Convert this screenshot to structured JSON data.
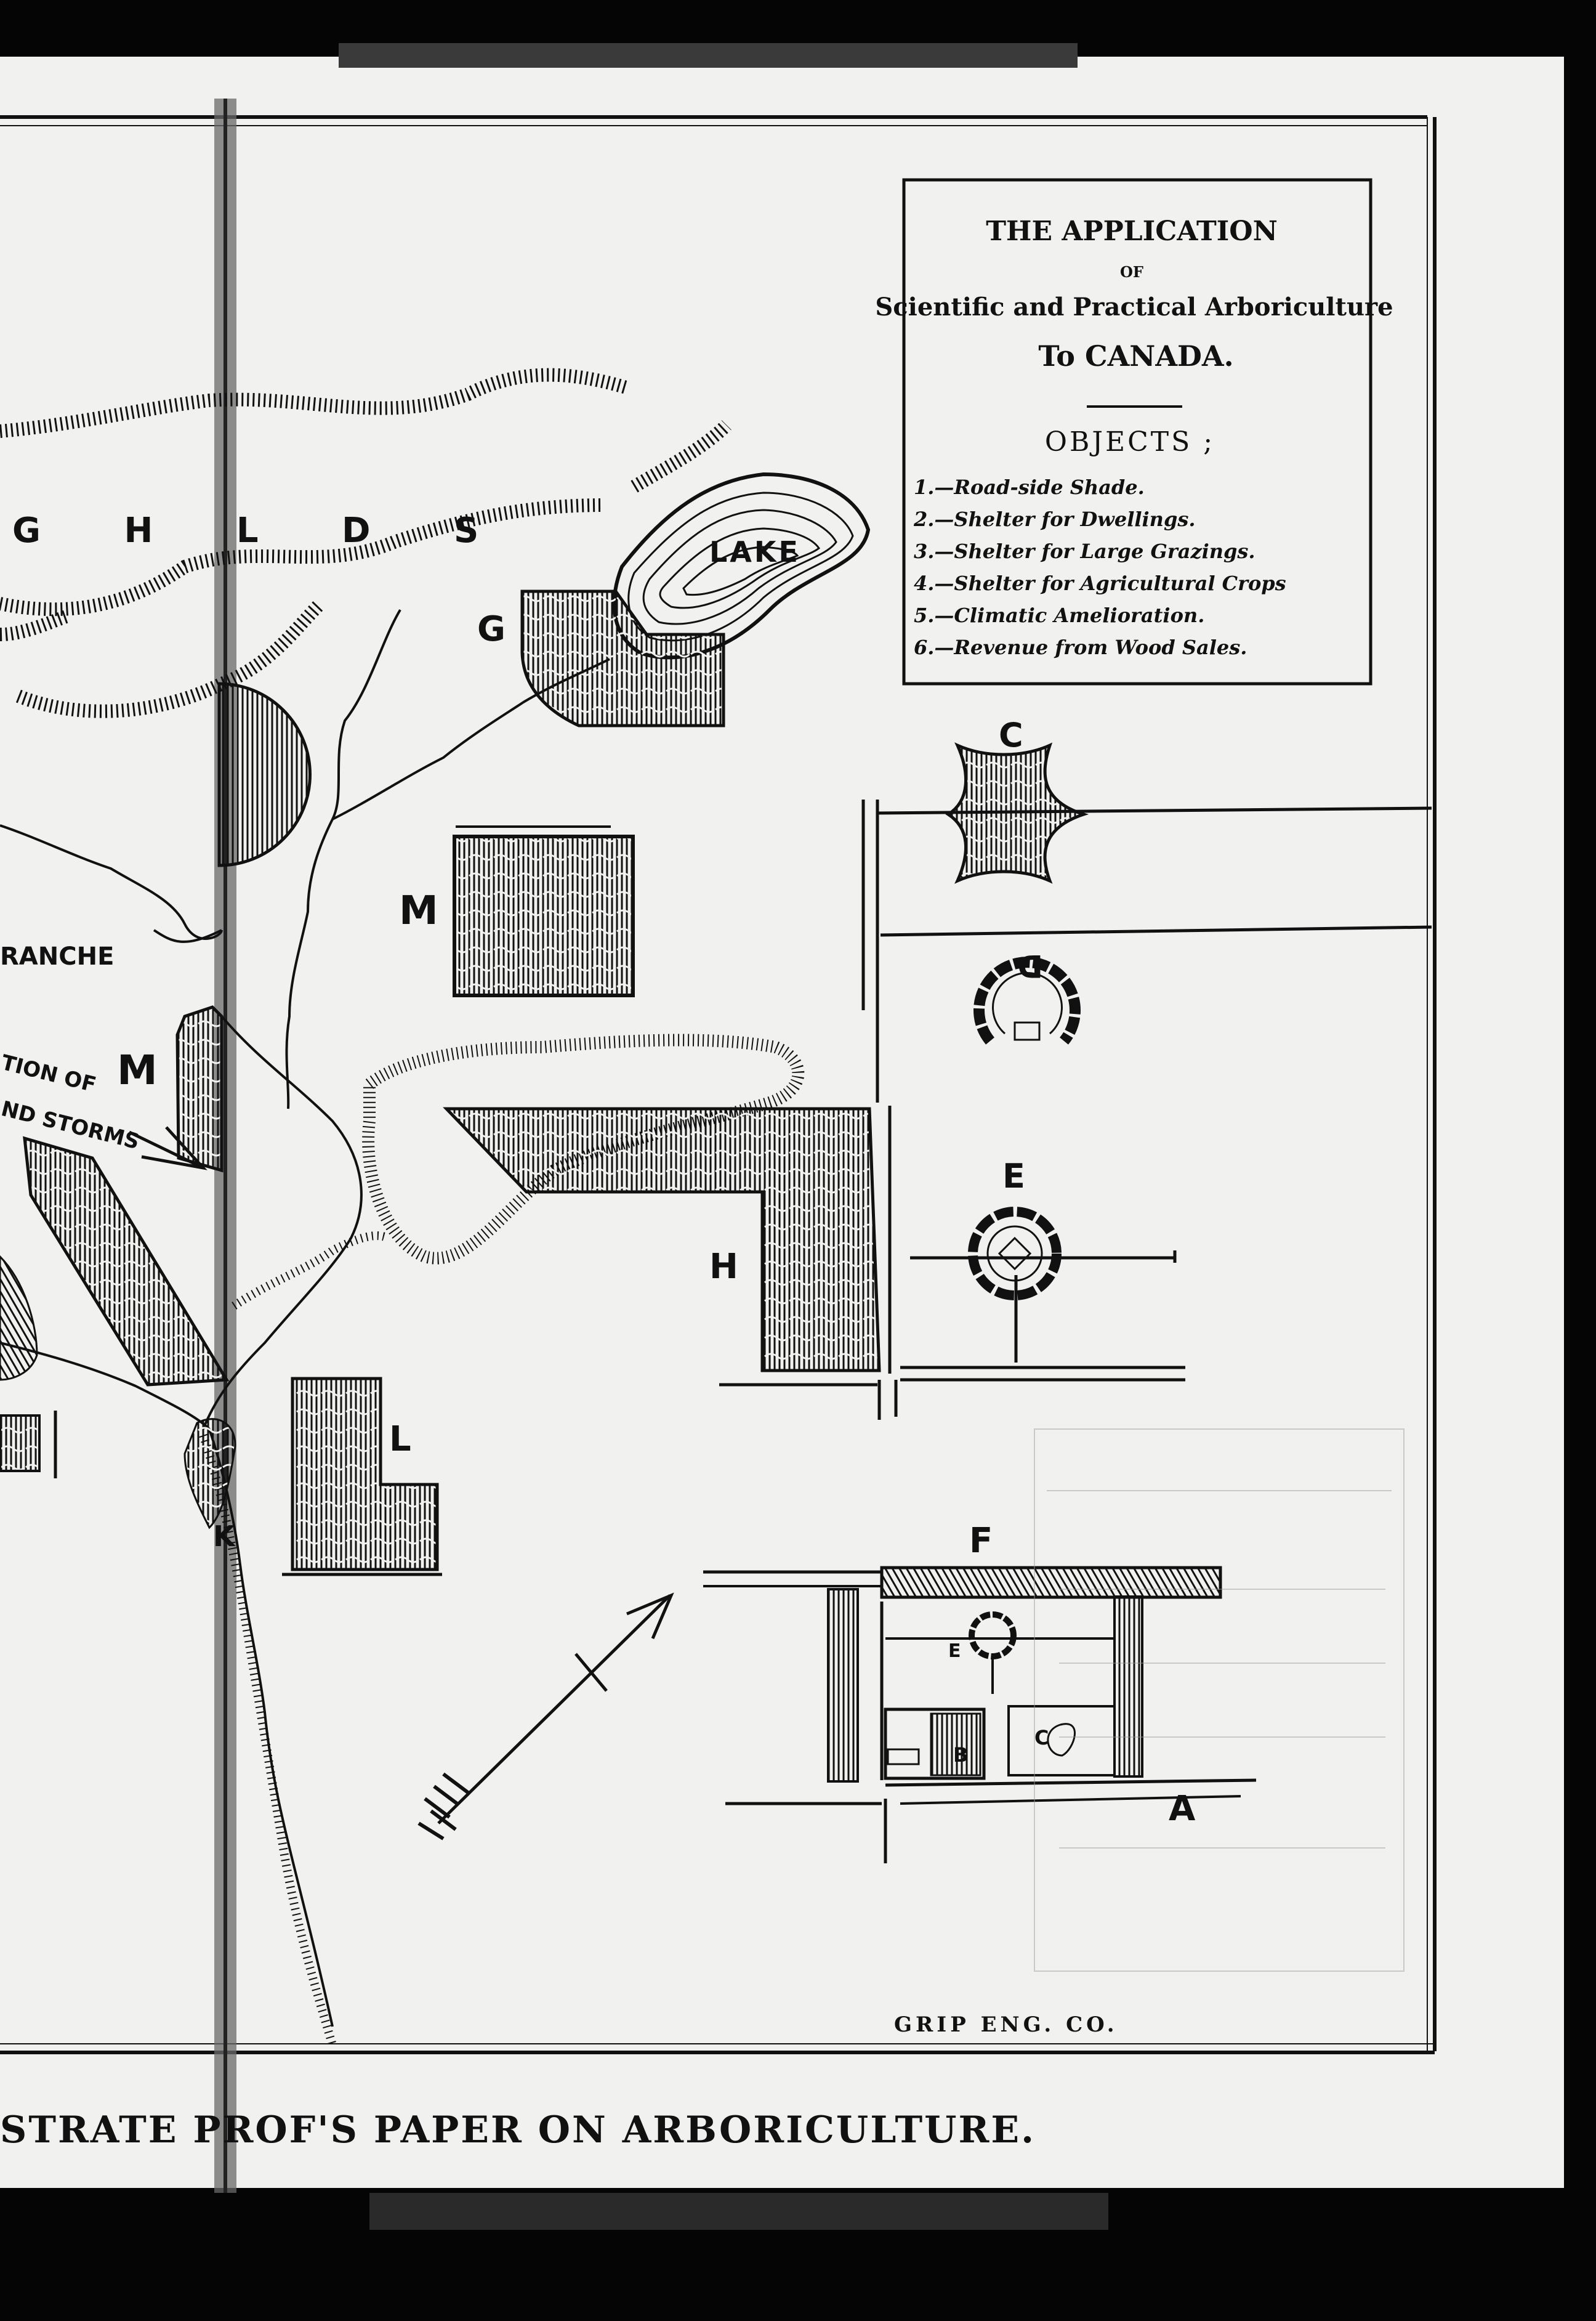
{
  "legend": {
    "title": "THE APPLICATION",
    "of": "OF",
    "subtitle": "Scientific and Practical Arboriculture",
    "country": "To CANADA.",
    "objects_heading": "OBJECTS ;",
    "objects": [
      "1.—Road-side Shade.",
      "2.—Shelter for Dwellings.",
      "3.—Shelter for Large Grazings.",
      "4.—Shelter for Agricultural Crops",
      "5.—Climatic Amelioration.",
      "6.—Revenue from Wood Sales."
    ]
  },
  "map_labels": {
    "highlands": "G H L D S",
    "lake": "LAKE",
    "g": "G",
    "m1": "M",
    "m2": "M",
    "ranche": "RANCHE",
    "direction_line1": "TION OF",
    "direction_line2": "ND STORMS",
    "h": "H",
    "l": "L",
    "k": "K",
    "c": "C",
    "d": "D",
    "e": "E",
    "f": "F",
    "e_small": "E",
    "b": "B",
    "c_small": "C",
    "a": "A"
  },
  "engraver": "GRIP ENG. CO.",
  "caption": "STRATE PROF'S PAPER ON ARBORICULTURE.",
  "colors": {
    "ink": "#111111",
    "paper": "#f1f1ef",
    "background": "#050505"
  }
}
